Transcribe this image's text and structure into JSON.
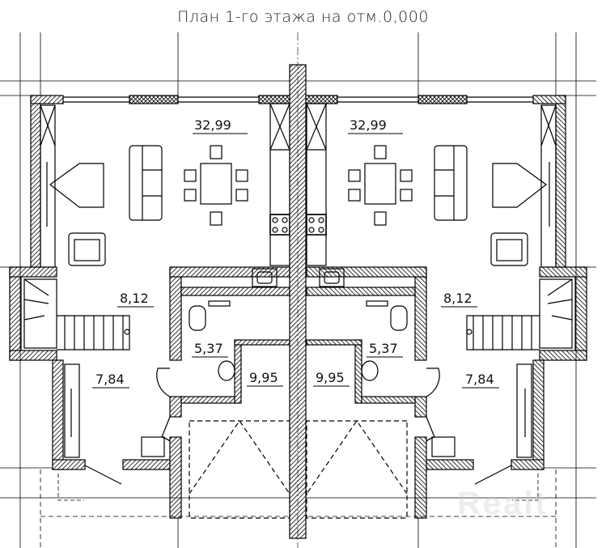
{
  "title": "План 1-го этажа на отм.0,000",
  "watermark": "Realt",
  "rooms": {
    "left_living": "32,99",
    "right_living": "32,99",
    "left_hall": "8,12",
    "right_hall": "8,12",
    "left_bath": "5,37",
    "right_bath": "5,37",
    "left_garage": "9,95",
    "right_garage": "9,95",
    "left_room": "7,84",
    "right_room": "7,84"
  }
}
